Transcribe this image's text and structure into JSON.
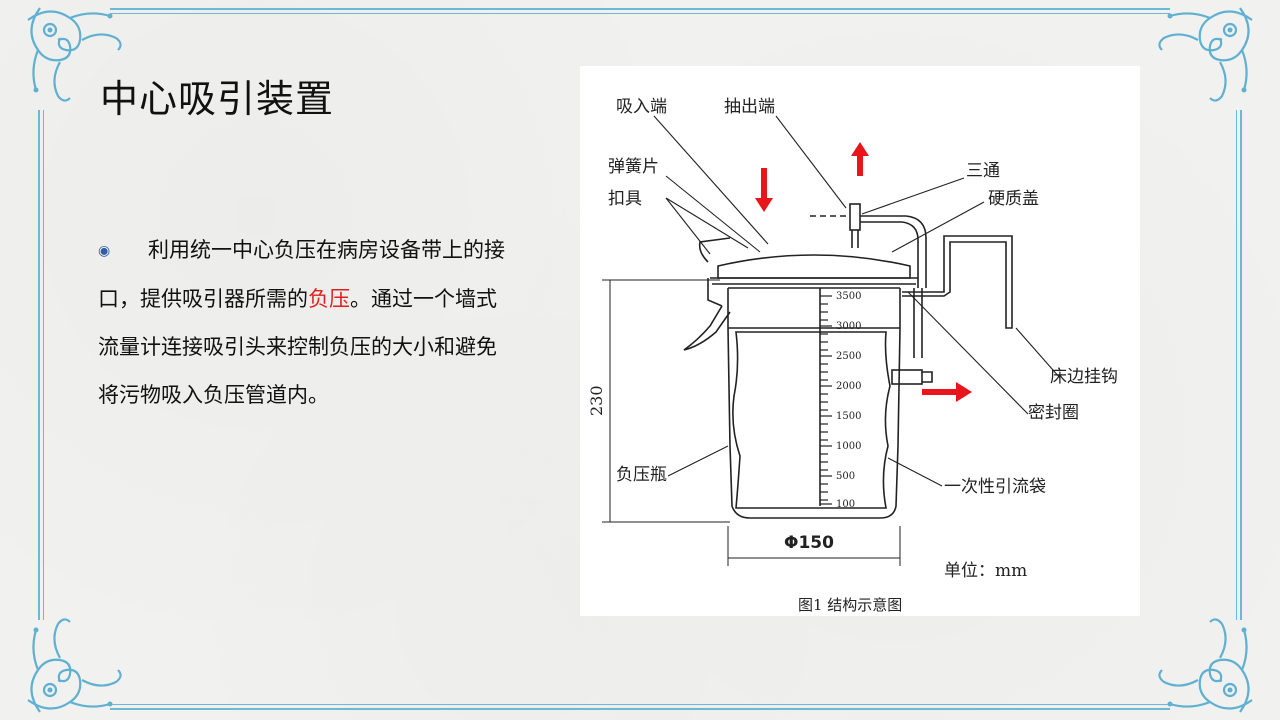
{
  "slide": {
    "title": "中心吸引装置",
    "bullet_symbol": "◉",
    "paragraph": {
      "text_before": "利用统一中心负压在病房设备带上的接口，提供吸引器所需的",
      "highlight": "负压",
      "text_after": "。通过一个墙式流量计连接吸引头来控制负压的大小和避免将污物吸入负压管道内。",
      "highlight_color": "#e02020"
    }
  },
  "figure": {
    "labels": {
      "suction_inlet": "吸入端",
      "suction_outlet": "抽出端",
      "spring_piece": "弹簧片",
      "clasp": "扣具",
      "three_way": "三通",
      "hard_lid": "硬质盖",
      "bedside_hook": "床边挂钩",
      "seal_ring": "密封圈",
      "negative_pressure_bottle": "负压瓶",
      "drainage_bag": "一次性引流袋",
      "height_dim": "230",
      "diameter_dim": "Φ150",
      "unit": "单位：mm",
      "caption": "图1 结构示意图"
    },
    "scale_marks": [
      "3500",
      "3000",
      "2500",
      "2000",
      "1500",
      "1000",
      "500",
      "100"
    ],
    "arrow_color": "#e8151b"
  },
  "theme": {
    "frame_color": "#6cb8d6",
    "text_color": "#111111"
  }
}
